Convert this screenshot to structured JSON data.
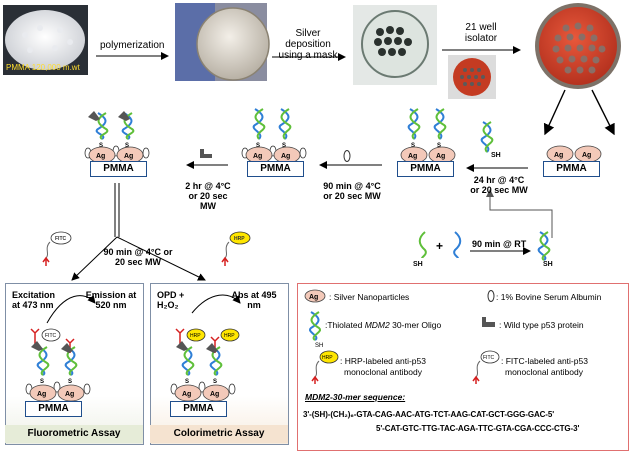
{
  "steps": {
    "polymerization": "polymerization",
    "silver_deposition": "Silver deposition using a mask",
    "isolator": "21 well isolator",
    "pmma_photo_label": "PMMA 120,000 m.wt",
    "thiol_attach": "24 hr @ 4°C or 20 sec MW",
    "bsa_block": "90 min @ 4°C or 20 sec MW",
    "p53_bind": "2 hr @ 4°C or 20 sec MW",
    "antibody_bind": "90 min @ 4°C or 20 sec MW",
    "hybridize": "90 min @ RT"
  },
  "substrate": "PMMA",
  "sh": "SH",
  "ag": "Ag",
  "s": "S",
  "fitc": "FITC",
  "hrp": "HRP",
  "plus": "+",
  "fluoro": {
    "excitation": "Excitation at 473 nm",
    "emission": "Emission at 520 nm",
    "title": "Fluorometric Assay"
  },
  "colori": {
    "reagent": "OPD + H₂O₂",
    "abs": "Abs at 495 nm",
    "title": "Colorimetric Assay"
  },
  "legend": {
    "silver": ": Silver Nanoparticles",
    "bsa": ": 1% Bovine Serum Albumin",
    "oligo_prefix": ":Thiolated ",
    "oligo_gene": "MDM2",
    "oligo_suffix": " 30-mer Oligo",
    "p53": ": Wild type p53 protein",
    "hrp_ab_1": ": HRP-labeled anti-p53",
    "hrp_ab_2": "monoclonal antibody",
    "fitc_ab_1": ": FITC-labeled anti-p53",
    "fitc_ab_2": "monoclonal antibody",
    "seq_title_gene": "MDM2",
    "seq_title_rest": "-30-mer sequence:",
    "seq1": "3'-(SH)-(CH₂)₆-GTA-CAG-AAC-ATG-TCT-AAG-CAT-GCT-GGG-GAC-5'",
    "seq2": "5'-CAT-GTC-TTG-TAC-AGA-TTC-GTA-CGA-CCC-CTG-3'"
  },
  "colors": {
    "pmma_border": "#1f4e8c",
    "silver": "#f3c9b9",
    "helix_blue": "#2f7fd6",
    "helix_green": "#5fbf3a",
    "hrp_fill": "#ffe600",
    "legend_border": "#e07070",
    "antibody_red": "#d62020"
  }
}
